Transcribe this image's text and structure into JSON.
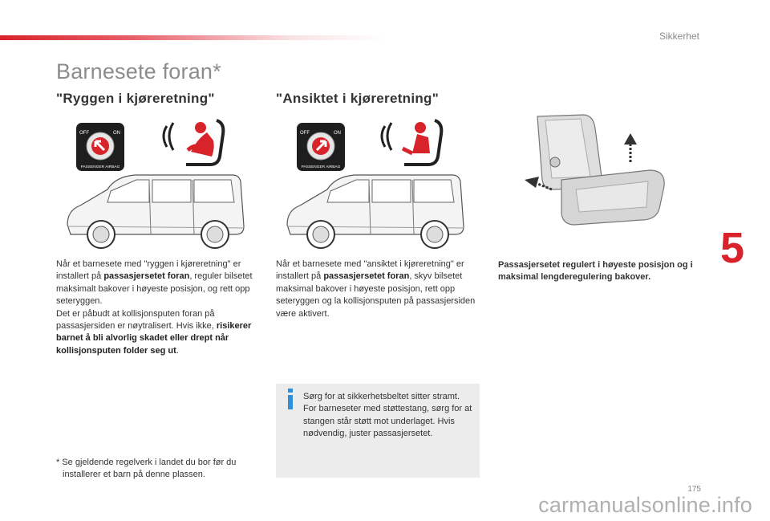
{
  "header": {
    "section": "Sikkerhet"
  },
  "page_title": "Barnesete foran*",
  "chapter_number": "5",
  "colors": {
    "accent": "#d8232a",
    "info_bg": "#ececec",
    "icon_blue": "#2f8fd8"
  },
  "left": {
    "heading": "\"Ryggen i kjøreretning\"",
    "airbag_label_off": "OFF",
    "airbag_label_on": "ON",
    "airbag_caption": "PASSENGER AIRBAG",
    "p1": "Når et barnesete med \"ryggen i kjøreretning\" er installert på ",
    "p1_bold": "passasjersetet foran",
    "p1_end": ", reguler bilsetet maksimalt bakover i høyeste posisjon, og rett opp seteryggen.",
    "p2": "Det er påbudt at kollisjonsputen foran på passasjersiden er nøytralisert. Hvis ikke, ",
    "p2_bold": "risikerer barnet å bli alvorlig skadet eller drept når kollisjonsputen folder seg ut",
    "p2_end": "."
  },
  "middle": {
    "heading": "\"Ansiktet i kjøreretning\"",
    "airbag_label_off": "OFF",
    "airbag_label_on": "ON",
    "airbag_caption": "PASSENGER AIRBAG",
    "p1": "Når et barnesete med \"ansiktet i kjøreretning\" er installert på ",
    "p1_bold": "passasjersetet foran",
    "p1_end": ", skyv bilsetet maksimal bakover i høyeste posisjon, rett opp seteryggen og la kollisjonsputen på passasjersiden være aktivert."
  },
  "right": {
    "caption": "Passasjersetet regulert i høyeste posisjon og i maksimal lengderegulering bakover."
  },
  "info_box": {
    "icon": "info-icon",
    "text": "Sørg for at sikkerhetsbeltet sitter stramt. For barneseter med støttestang, sørg for at stangen står støtt mot underlaget. Hvis nødvendig, juster passasjersetet."
  },
  "footnote": {
    "marker": "*",
    "text": "Se gjeldende regelverk i landet du bor før du installerer et barn på denne plassen."
  },
  "page_number": "175",
  "watermark": "carmanualsonline.info"
}
